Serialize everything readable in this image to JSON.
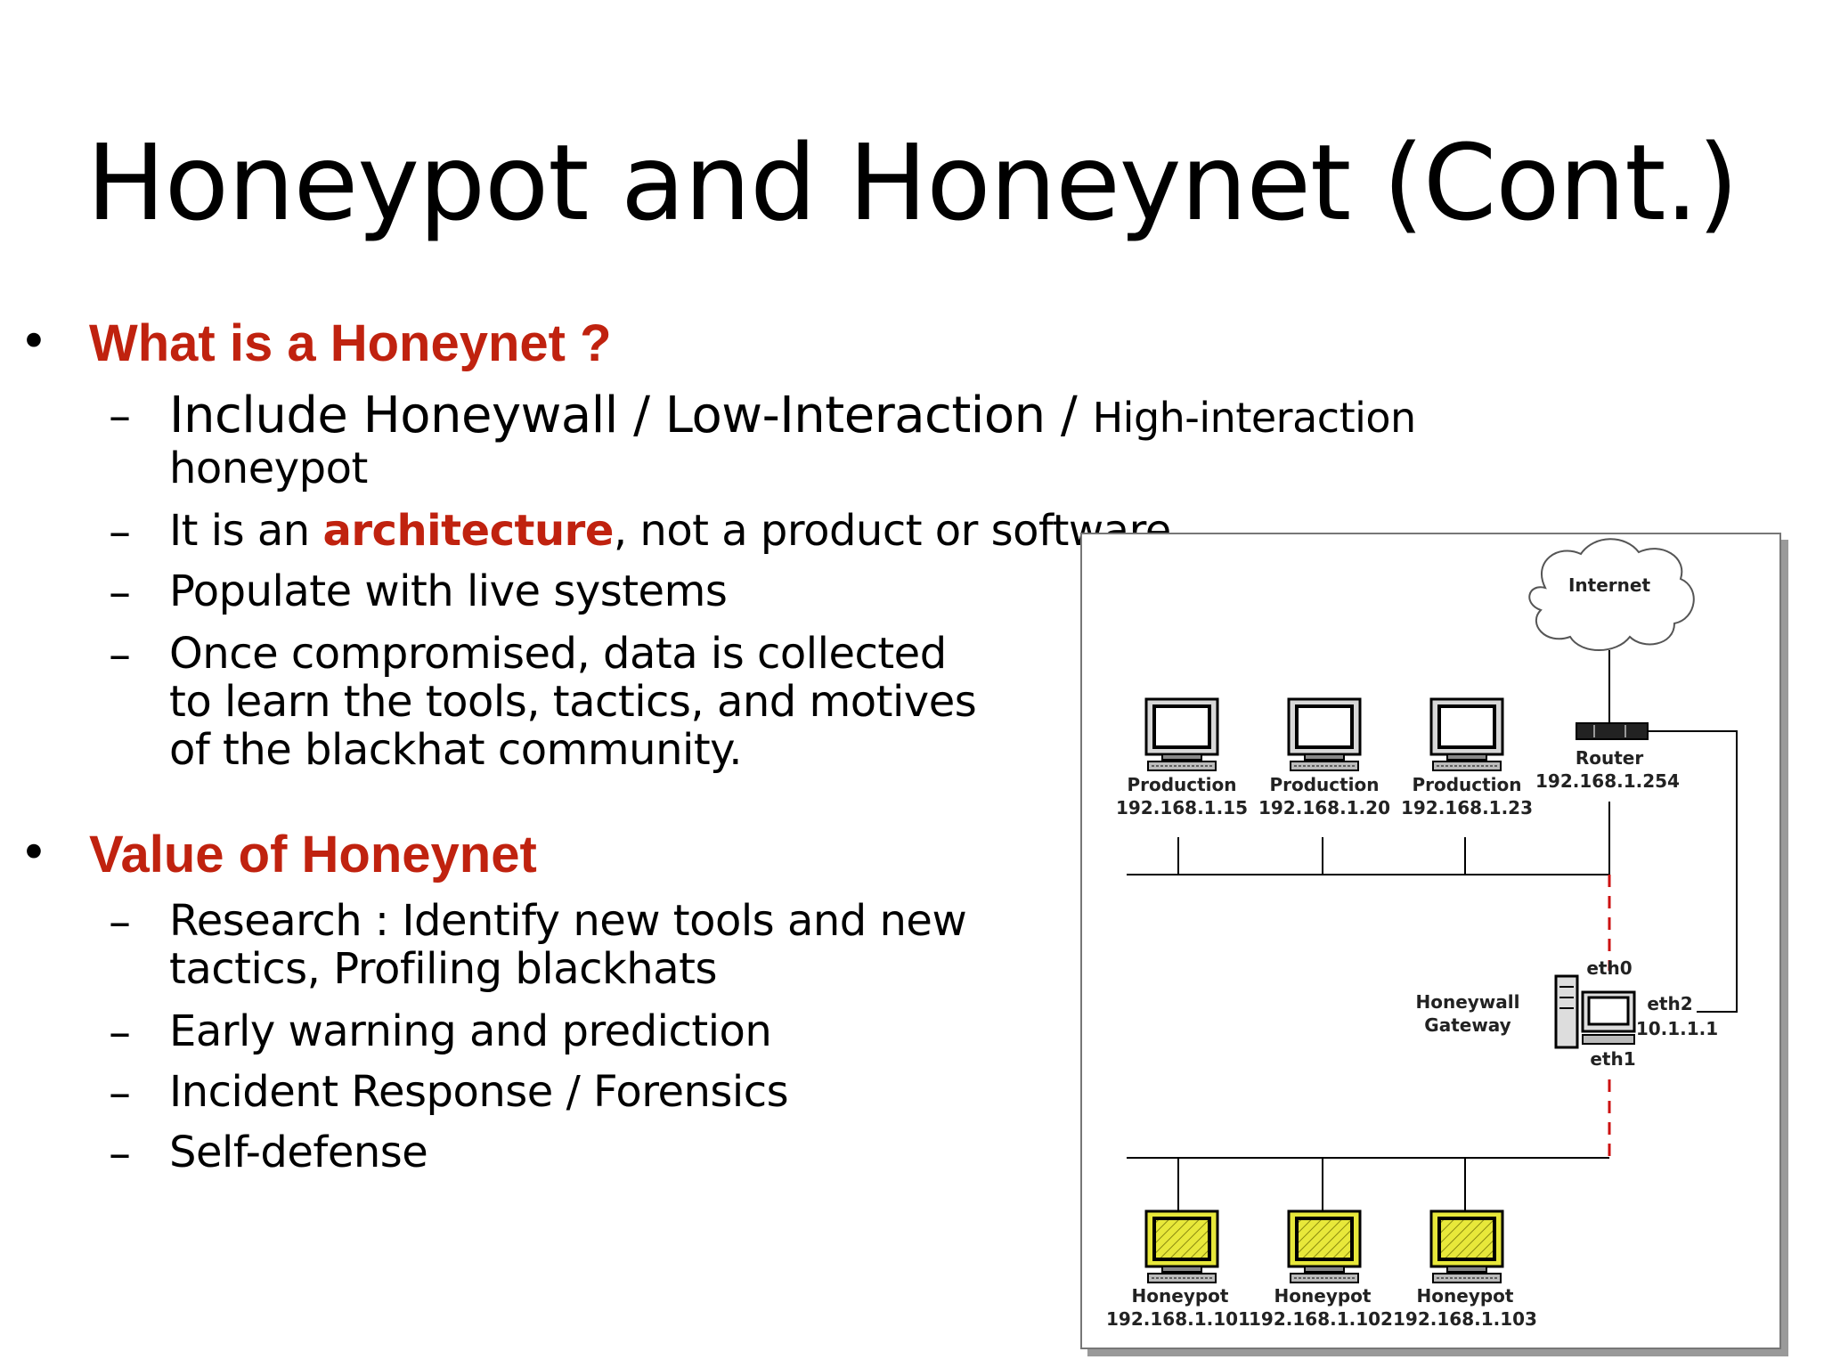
{
  "title": "Honeypot  and Honeynet (Cont.)",
  "sections": [
    {
      "heading": "What is a Honeynet ?",
      "items": [
        {
          "pre": "Include Honeywall / Low-Interaction / ",
          "small": "High-interaction",
          "line2": "honeypot"
        },
        {
          "pre": "It is an ",
          "highlight": "architecture",
          "post": ", not a product or software"
        },
        {
          "text": "Populate with live systems"
        },
        {
          "line1": "Once compromised, data is collected",
          "line2": "to learn the tools, tactics, and motives",
          "line3": "of the blackhat  community."
        }
      ]
    },
    {
      "heading": "Value of Honeynet",
      "items": [
        {
          "line1": "Research : Identify new tools and new",
          "line2": "tactics, Profiling blackhats"
        },
        {
          "text": "Early warning and prediction"
        },
        {
          "text": "Incident Response / Forensics"
        },
        {
          "text": "Self-defense"
        }
      ]
    }
  ],
  "bullet_glyph": "•",
  "dash_glyph": "–",
  "diagram": {
    "internet": "Internet",
    "router": {
      "name": "Router",
      "ip": "192.168.1.254"
    },
    "production": [
      {
        "name": "Production",
        "ip": "192.168.1.15"
      },
      {
        "name": "Production",
        "ip": "192.168.1.20"
      },
      {
        "name": "Production",
        "ip": "192.168.1.23"
      }
    ],
    "honeywall": {
      "name1": "Honeywall",
      "name2": "Gateway",
      "eth0": "eth0",
      "eth1": "eth1",
      "eth2": "eth2",
      "eth2_ip": "10.1.1.1"
    },
    "honeypots": [
      {
        "name": "Honeypot",
        "ip": "192.168.1.101"
      },
      {
        "name": "Honeypot",
        "ip": "192.168.1.102"
      },
      {
        "name": "Honeypot",
        "ip": "192.168.1.103"
      }
    ],
    "colors": {
      "honeypot_fill": "#e8e83a",
      "red_link": "#cc1111",
      "accent": "#c0220f"
    }
  }
}
